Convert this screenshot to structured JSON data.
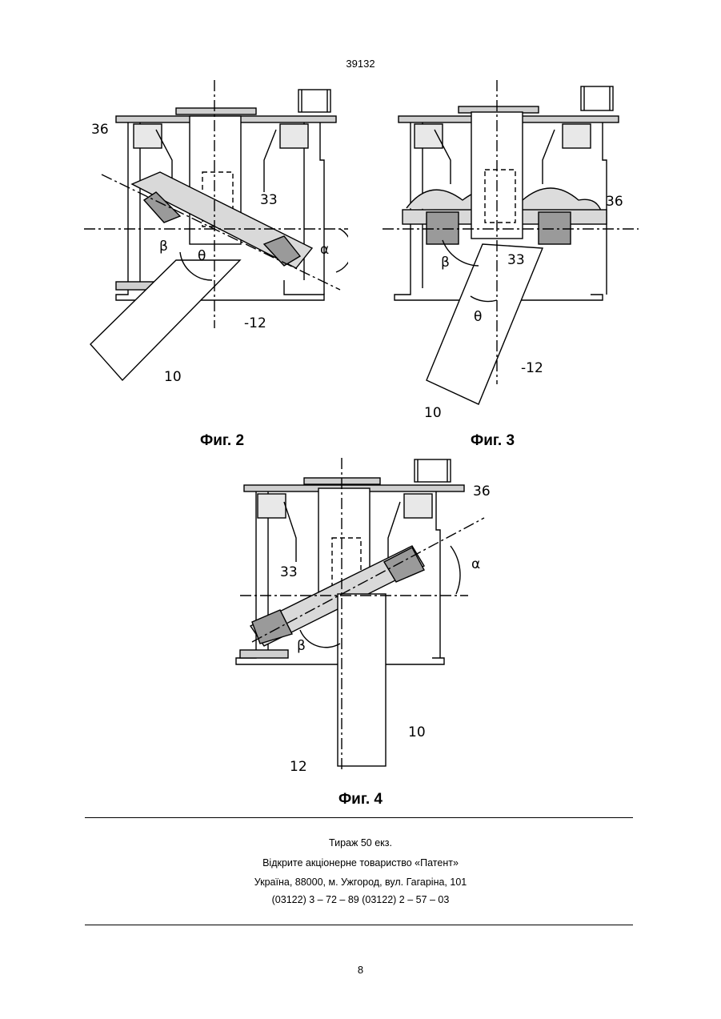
{
  "header": {
    "patent_number": "39132"
  },
  "figures": [
    {
      "caption": "Фиг. 2",
      "labels": {
        "l36": "36",
        "l33": "33",
        "beta": "β",
        "theta": "θ",
        "alpha": "α",
        "l12": "-12",
        "l10": "10"
      }
    },
    {
      "caption": "Фиг. 3",
      "labels": {
        "l36": "36",
        "l33": "33",
        "beta": "β",
        "theta": "θ",
        "l12": "-12",
        "l10": "10"
      }
    },
    {
      "caption": "Фиг. 4",
      "labels": {
        "l36": "36",
        "l33": "33",
        "beta": "β",
        "alpha": "α",
        "l12": "12",
        "l10": "10"
      }
    }
  ],
  "imprint": {
    "line1": "Тираж 50 екз.",
    "line2": "Відкрите акціонерне товариство «Патент»",
    "line3": "Україна, 88000, м. Ужгород, вул. Гагаріна, 101",
    "line4": "(03122) 3 – 72 – 89   (03122) 2 – 57 – 03"
  },
  "footer": {
    "page_number": "8"
  }
}
